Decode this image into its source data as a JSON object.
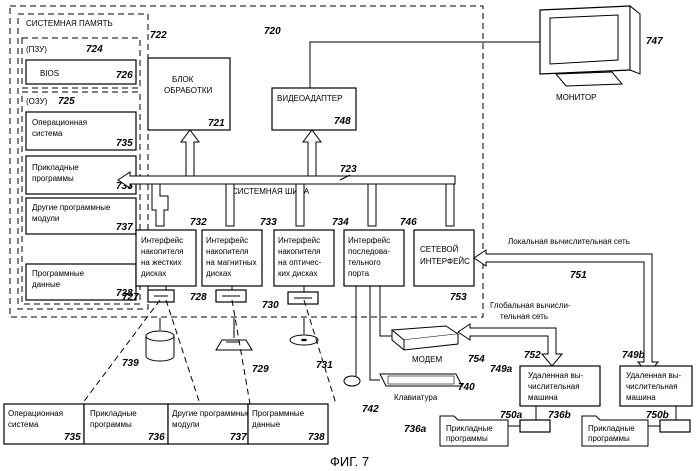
{
  "figure": {
    "caption": "ФИГ. 7",
    "computer_number": "720",
    "bus_number": "723"
  },
  "system_memory": {
    "title": "СИСТЕМНАЯ ПАМЯТЬ",
    "number": "722",
    "rom_label": "(ПЗУ)",
    "rom_number": "724",
    "bios_label": "BIOS",
    "bios_number": "726",
    "ram_label": "(ОЗУ)",
    "ram_number": "725",
    "os_label": [
      "Операционная",
      "система"
    ],
    "os_number": "735",
    "apps_label": [
      "Прикладные",
      "программы"
    ],
    "apps_number": "736",
    "modules_label": [
      "Другие программные",
      "модули"
    ],
    "modules_number": "737",
    "data_label": [
      "Программные",
      "данные"
    ],
    "data_number": "738"
  },
  "processor": {
    "label": [
      "БЛОК",
      "ОБРАБОТКИ"
    ],
    "number": "721"
  },
  "video": {
    "label": "ВИДЕОАДАПТЕР",
    "number": "748"
  },
  "monitor": {
    "label": "МОНИТОР",
    "number": "747"
  },
  "bus_label": "СИСТЕМНАЯ ШИНА",
  "interfaces": [
    {
      "label": [
        "Интерфейс",
        "накопителя",
        "на жестких",
        "дисках"
      ],
      "number": "732"
    },
    {
      "label": [
        "Интерфейс",
        "накопителя",
        "на магнитных",
        "дисках"
      ],
      "number": "733"
    },
    {
      "label": [
        "Интерфейс",
        "накопителя",
        "на оптичес-",
        "ких дисках"
      ],
      "number": "734"
    },
    {
      "label": [
        "Интерфейс",
        "последова-",
        "тельного",
        "порта"
      ],
      "number": "746"
    }
  ],
  "network_interface": {
    "label": [
      "СЕТЕВОЙ",
      "ИНТЕРФЕЙС"
    ],
    "number": "753"
  },
  "drives": {
    "hdd": "727",
    "fdd": "728",
    "cd": "730",
    "hdd_disk": "739",
    "floppy": "729",
    "cdrom": "731"
  },
  "storage_row": [
    {
      "label": [
        "Операционная",
        "система"
      ],
      "number": "735"
    },
    {
      "label": [
        "Прикладные",
        "программы"
      ],
      "number": "736"
    },
    {
      "label": [
        "Другие программные",
        "модули"
      ],
      "number": "737"
    },
    {
      "label": [
        "Программные",
        "данные"
      ],
      "number": "738"
    }
  ],
  "modem": {
    "label": "МОДЕМ",
    "number": "754"
  },
  "keyboard": {
    "label": "Клавиатура",
    "number": "740"
  },
  "mouse": {
    "number": "742"
  },
  "lan": {
    "label": "Локальная вычислительная сеть",
    "number": "751"
  },
  "wan": {
    "label": [
      "Глобальная вычисли-",
      "тельная сеть"
    ],
    "number": "752"
  },
  "remote_a": {
    "label": [
      "Удаленная вы-",
      "числительная",
      "машина"
    ],
    "number": "749a",
    "disk_number": "750a",
    "apps_label": [
      "Прикладные",
      "программы"
    ],
    "apps_number": "736a"
  },
  "remote_b": {
    "label": [
      "Удаленная вы-",
      "числительная",
      "машина"
    ],
    "number": "749b",
    "disk_number": "750b",
    "apps_label": [
      "Прикладные",
      "программы"
    ],
    "apps_number": "736b"
  }
}
